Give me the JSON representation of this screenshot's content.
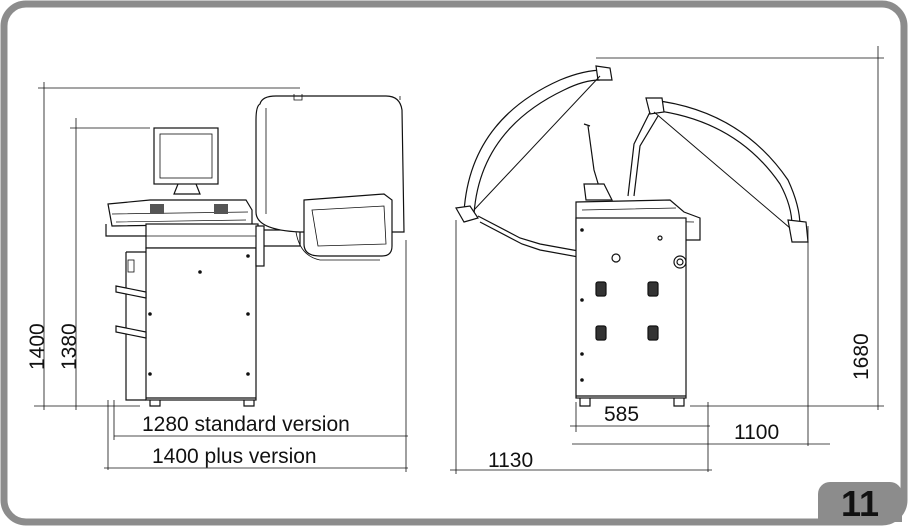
{
  "figure": {
    "number": "11"
  },
  "dimensions": {
    "height_1400": "1400",
    "height_1380": "1380",
    "width_standard": "1280 standard version",
    "width_plus": "1400 plus version",
    "depth_585": "585",
    "depth_1100": "1100",
    "depth_1130": "1130",
    "height_1680": "1680"
  },
  "colors": {
    "frame": "#8c8c8c",
    "line": "#111111"
  }
}
